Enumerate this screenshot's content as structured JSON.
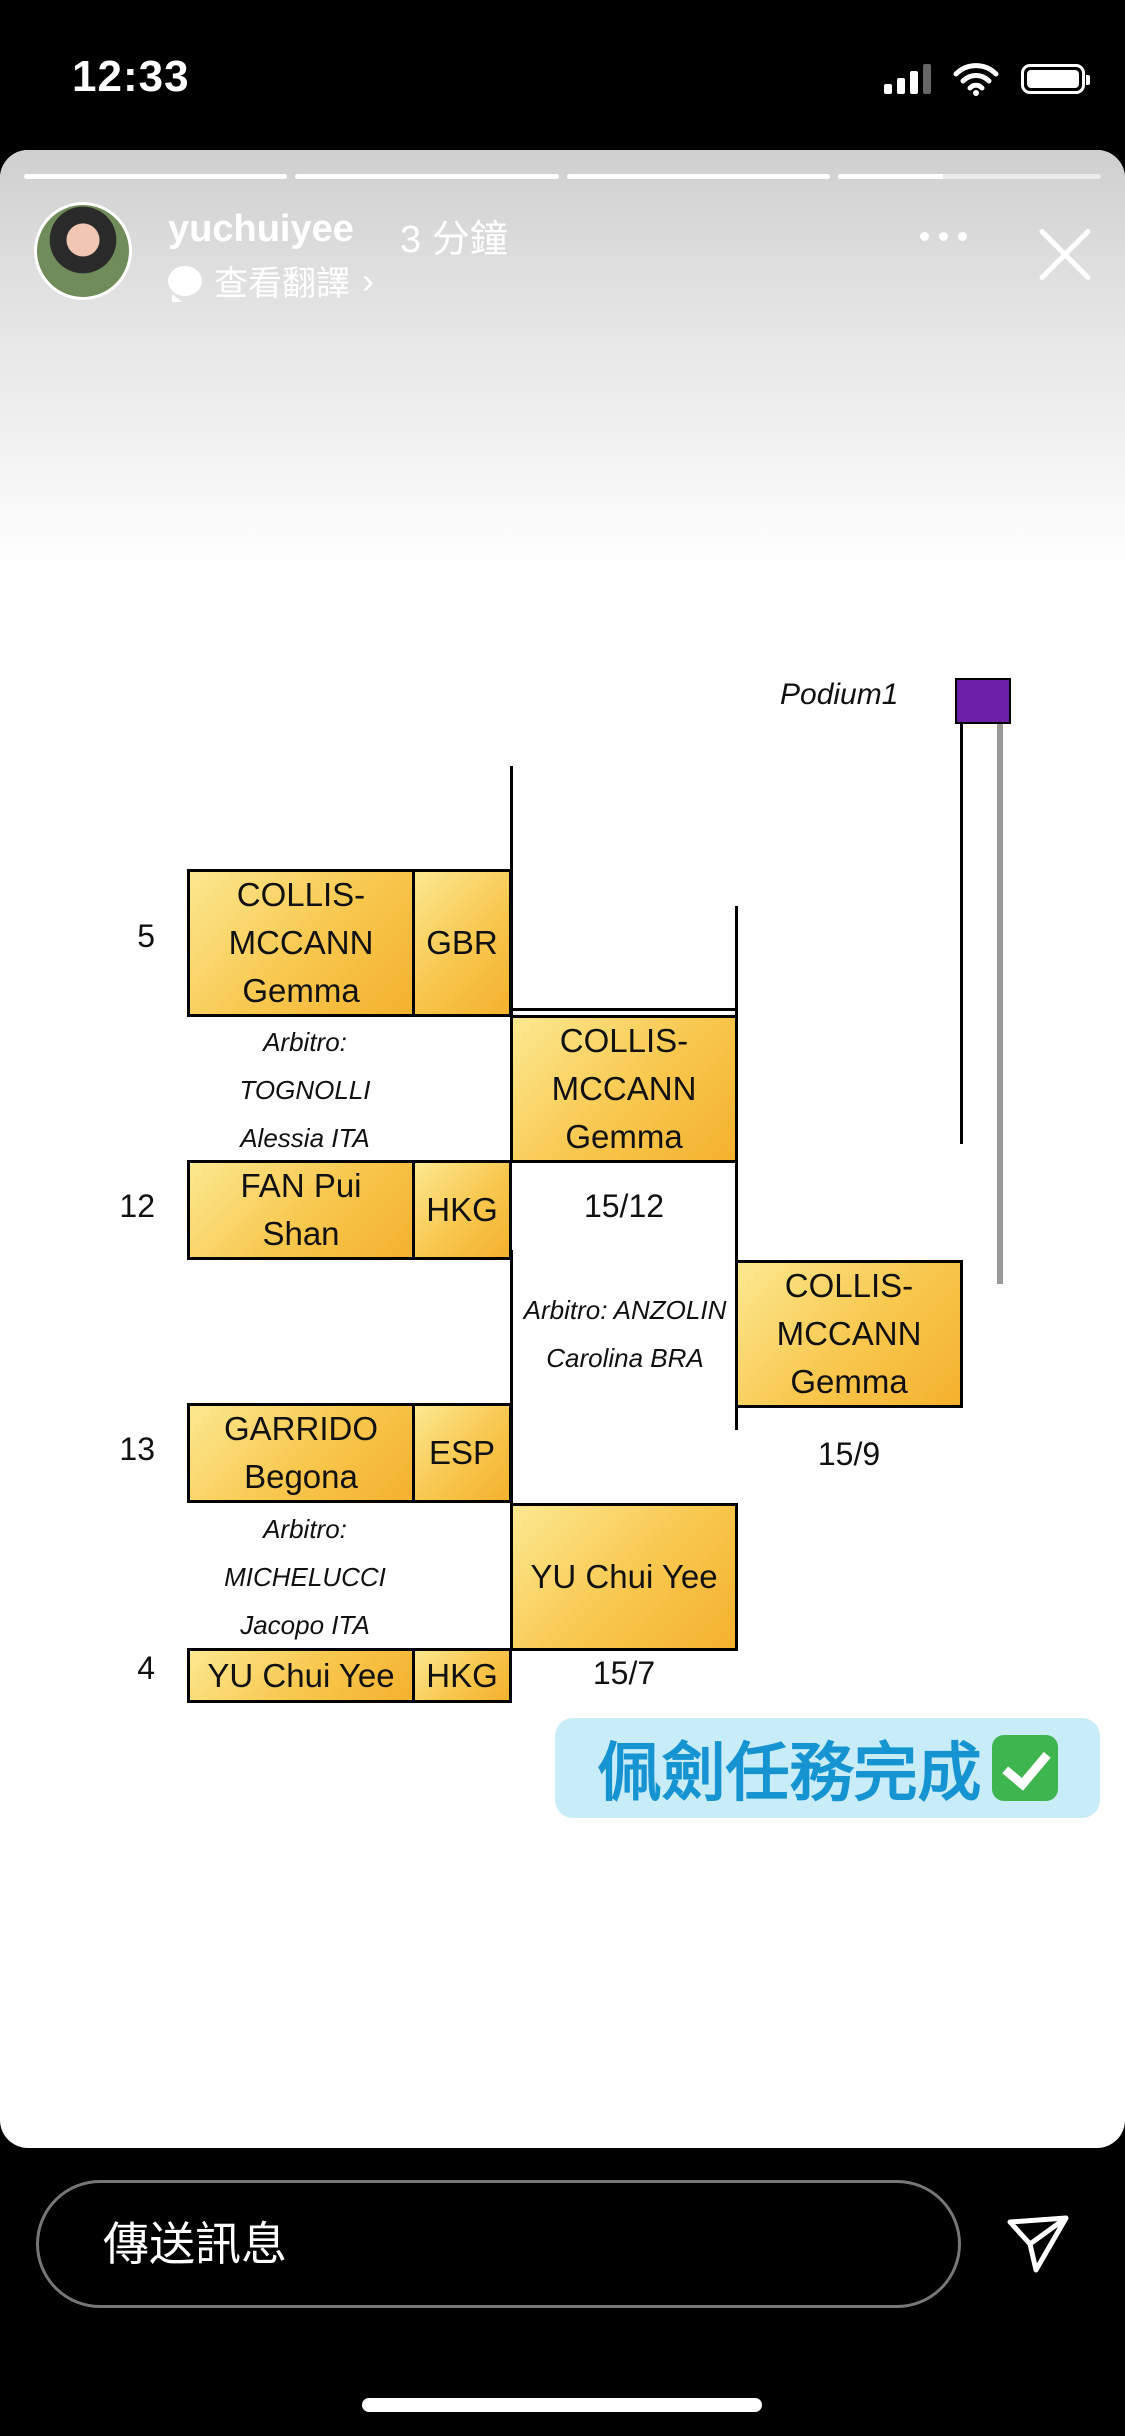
{
  "status_bar": {
    "time": "12:33"
  },
  "story_header": {
    "username": "yuchuiyee",
    "time_ago": "3 分鐘",
    "translate_label": "查看翻譯",
    "progress_segments": [
      1,
      1,
      1,
      0.4
    ]
  },
  "bracket": {
    "podium_label": "Podium1",
    "round1": [
      {
        "seed": "5",
        "name": "COLLIS-\nMCCANN\nGemma",
        "country": "GBR"
      },
      {
        "seed": "12",
        "name": "FAN Pui\nShan",
        "country": "HKG"
      },
      {
        "seed": "13",
        "name": "GARRIDO\nBegona",
        "country": "ESP"
      },
      {
        "seed": "4",
        "name": "YU Chui Yee",
        "country": "HKG"
      }
    ],
    "referees": [
      "Arbitro:\nTOGNOLLI\nAlessia ITA",
      "Arbitro: ANZOLIN\nCarolina BRA",
      "Arbitro:\nMICHELUCCI\nJacopo ITA"
    ],
    "round2": [
      {
        "name": "COLLIS-\nMCCANN\nGemma",
        "score": "15/12"
      },
      {
        "name": "YU Chui Yee",
        "score": "15/7"
      }
    ],
    "final": {
      "name": "COLLIS-\nMCCANN\nGemma",
      "score": "15/9"
    }
  },
  "sticker": {
    "text": "佩劍任務完成"
  },
  "message_input": {
    "placeholder": "傳送訊息"
  },
  "colors": {
    "flag": "#6b1fa6",
    "sticker_bg": "#c9ecf9",
    "sticker_text": "#1693d1"
  }
}
